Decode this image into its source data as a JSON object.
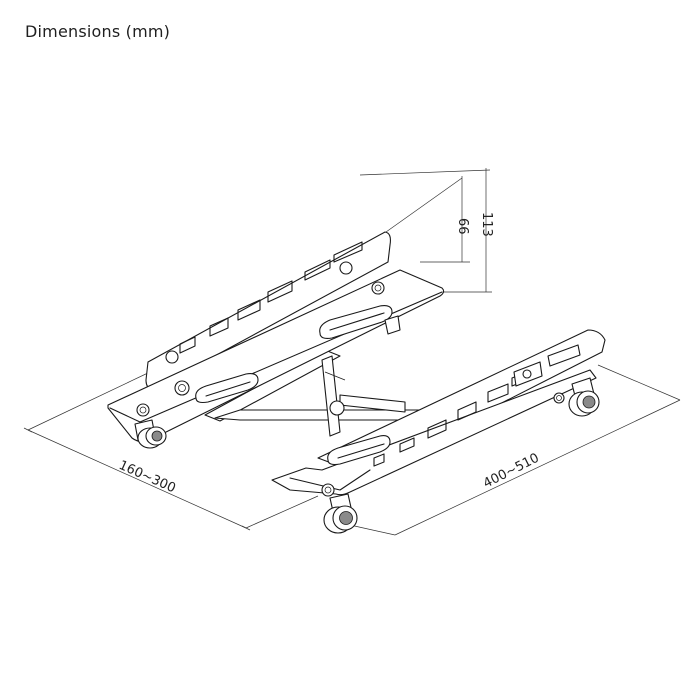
{
  "title": "Dimensions (mm)",
  "dimensions": {
    "width_range": "160~300",
    "length_range": "400~510",
    "height_max": "113",
    "height_min": "66"
  }
}
